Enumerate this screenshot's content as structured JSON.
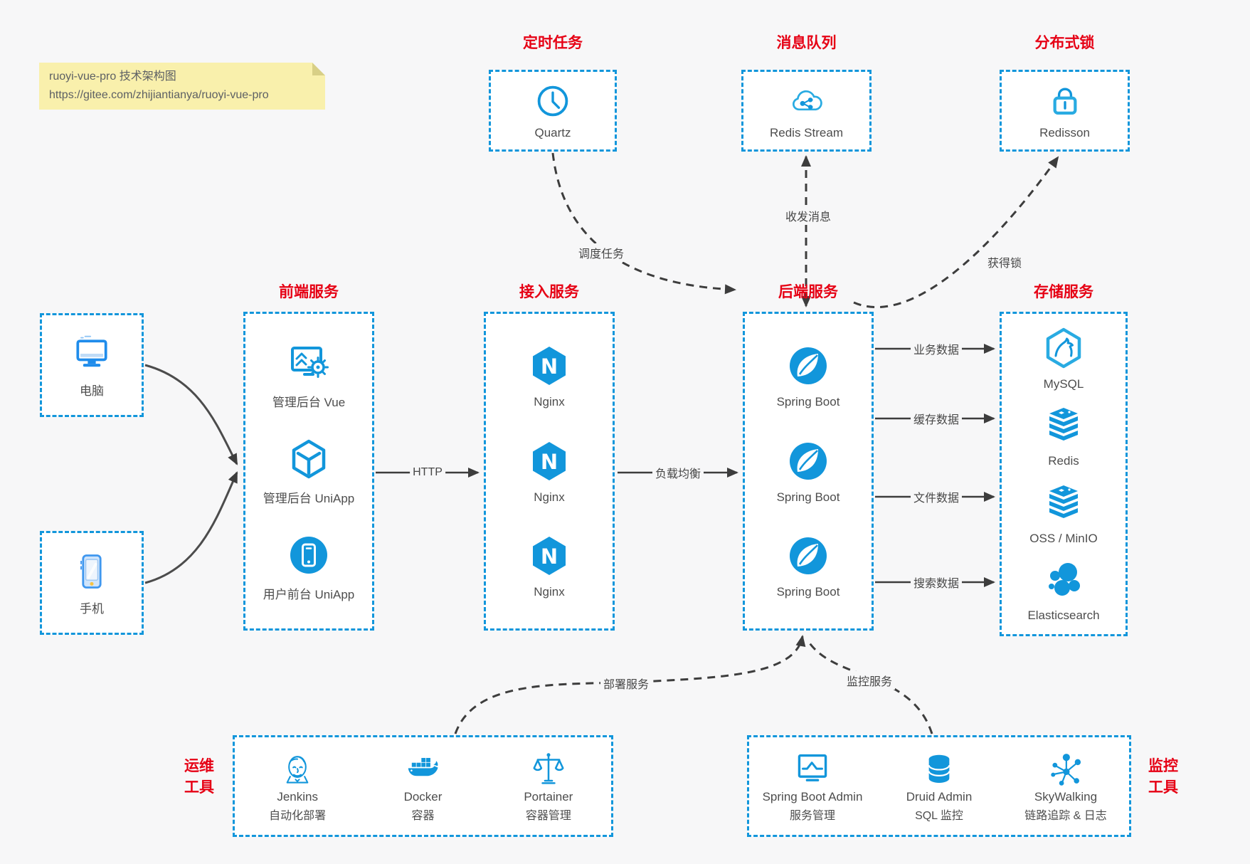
{
  "note": {
    "line1": "ruoyi-vue-pro 技术架构图",
    "line2": "https://gitee.com/zhijiantianya/ruoyi-vue-pro"
  },
  "colors": {
    "accent_blue": "#1296db",
    "title_red": "#e60014",
    "note_yellow": "#f9f0ac",
    "arrow_dark": "#3d3d3d"
  },
  "groups": {
    "scheduler": {
      "title": "定时任务",
      "items": [
        {
          "label": "Quartz",
          "icon": "clock-icon"
        }
      ]
    },
    "mq": {
      "title": "消息队列",
      "items": [
        {
          "label": "Redis Stream",
          "icon": "cloud-stream-icon"
        }
      ]
    },
    "lock": {
      "title": "分布式锁",
      "items": [
        {
          "label": "Redisson",
          "icon": "lock-icon"
        }
      ]
    },
    "clients": {
      "items": [
        {
          "label": "电脑",
          "icon": "desktop-icon"
        },
        {
          "label": "手机",
          "icon": "smartphone-icon"
        }
      ]
    },
    "frontend": {
      "title": "前端服务",
      "items": [
        {
          "label": "管理后台 Vue",
          "icon": "admin-vue-icon"
        },
        {
          "label": "管理后台 UniApp",
          "icon": "uniapp-cube-icon"
        },
        {
          "label": "用户前台 UniApp",
          "icon": "user-app-icon"
        }
      ]
    },
    "gateway": {
      "title": "接入服务",
      "icon_letter": "N",
      "items": [
        {
          "label": "Nginx",
          "icon": "nginx-icon"
        },
        {
          "label": "Nginx",
          "icon": "nginx-icon"
        },
        {
          "label": "Nginx",
          "icon": "nginx-icon"
        }
      ]
    },
    "backend": {
      "title": "后端服务",
      "items": [
        {
          "label": "Spring Boot",
          "icon": "spring-boot-icon"
        },
        {
          "label": "Spring Boot",
          "icon": "spring-boot-icon"
        },
        {
          "label": "Spring Boot",
          "icon": "spring-boot-icon"
        }
      ]
    },
    "storage": {
      "title": "存储服务",
      "items": [
        {
          "label": "MySQL",
          "icon": "mysql-icon"
        },
        {
          "label": "Redis",
          "icon": "redis-stack-icon"
        },
        {
          "label": "OSS / MinIO",
          "icon": "oss-stack-icon"
        },
        {
          "label": "Elasticsearch",
          "icon": "elasticsearch-icon"
        }
      ]
    },
    "ops": {
      "label_line1": "运维",
      "label_line2": "工具",
      "items": [
        {
          "name": "Jenkins",
          "desc": "自动化部署",
          "icon": "jenkins-icon"
        },
        {
          "name": "Docker",
          "desc": "容器",
          "icon": "docker-icon"
        },
        {
          "name": "Portainer",
          "desc": "容器管理",
          "icon": "portainer-icon"
        }
      ]
    },
    "monitor": {
      "label_line1": "监控",
      "label_line2": "工具",
      "items": [
        {
          "name": "Spring Boot Admin",
          "desc": "服务管理",
          "icon": "spring-boot-admin-icon"
        },
        {
          "name": "Druid Admin",
          "desc": "SQL 监控",
          "icon": "druid-icon"
        },
        {
          "name": "SkyWalking",
          "desc": "链路追踪 & 日志",
          "icon": "skywalking-icon"
        }
      ]
    }
  },
  "edges": {
    "schedule": "调度任务",
    "message": "收发消息",
    "acquire_lock": "获得锁",
    "http": "HTTP",
    "load_balance": "负载均衡",
    "biz_data": "业务数据",
    "cache_data": "缓存数据",
    "file_data": "文件数据",
    "search_data": "搜索数据",
    "deploy": "部署服务",
    "monitor": "监控服务"
  }
}
